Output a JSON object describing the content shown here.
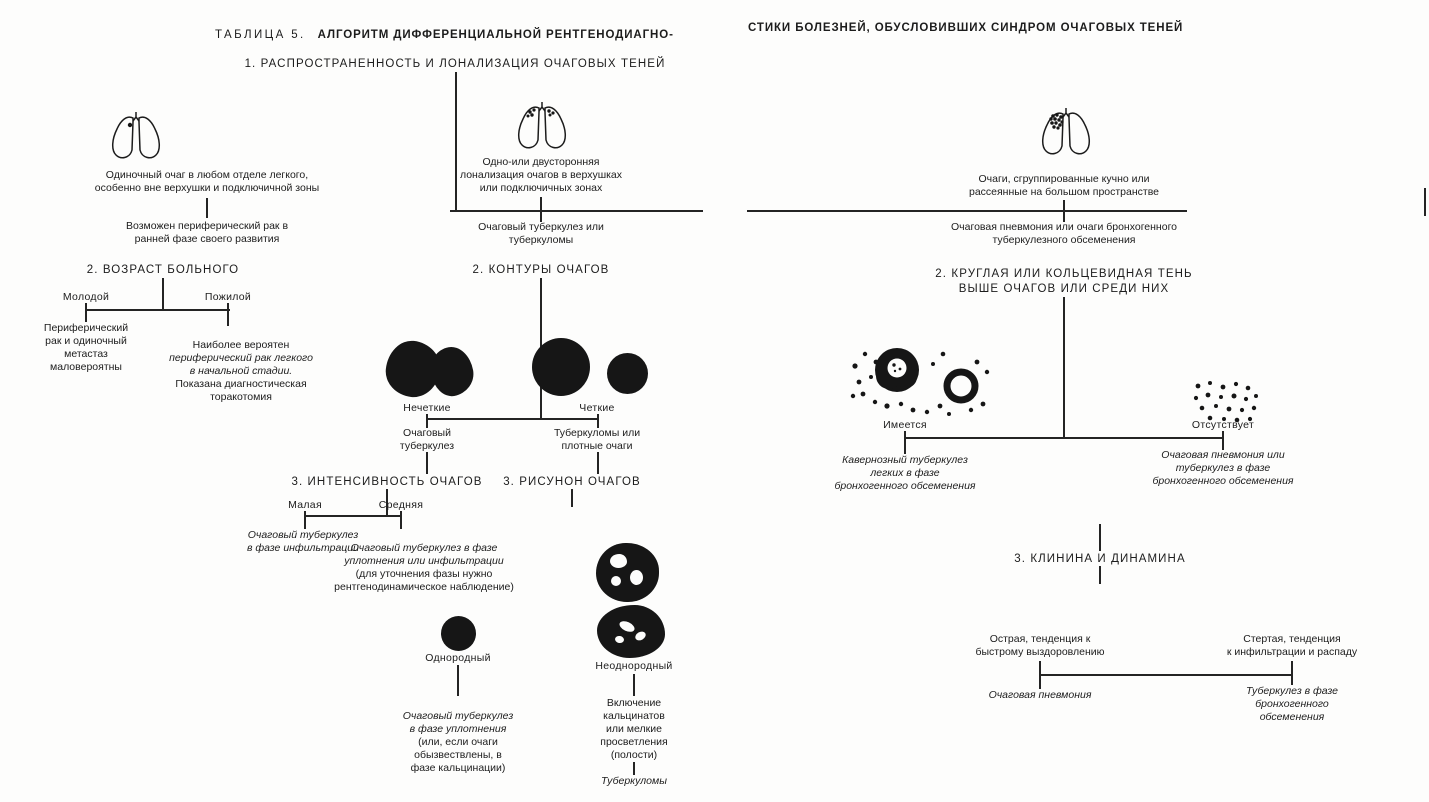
{
  "colors": {
    "ink": "#1c1c1c",
    "paper": "#fdfdfc"
  },
  "titles": {
    "left_prefix": "ТАБЛИЦА 5.",
    "left_main": "АЛГОРИТМ ДИФФЕРЕНЦИАЛЬНОЙ РЕНТГЕНОДИАГНО-",
    "right_main": "СТИКИ БОЛЕЗНЕЙ, ОБУСЛОВИВШИХ СИНДРОМ ОЧАГОВЫХ ТЕНЕЙ"
  },
  "left_page": {
    "step1_heading": "1. РАСПРОСТРАНЕННОСТЬ И ЛОНАЛИЗАЦИЯ ОЧАГОВЫХ ТЕНЕЙ",
    "single_focus": {
      "caption": "Одиночный очаг в любом отделе легкого,\nособенно вне верхушки и подключичной зоны",
      "conclusion": "Возможен периферический рак в\nранней фазе своего развития",
      "step2_heading": "2. ВОЗРАСТ БОЛЬНОГО",
      "young_label": "Молодой",
      "old_label": "Пожилой",
      "young_result": "Периферический\nрак и одиночный\nметастаз\nмаловероятны",
      "old_result_part1": "Наиболее вероятен\n",
      "old_result_italic": "периферический рак легкого\nв начальной стадии.\n",
      "old_result_part2": "Показана диагностическая\nторакотомия"
    },
    "apical_foci": {
      "caption": "Одно-или двусторонняя\nлонализация очагов в верхушках\nили подключичных зонах",
      "conclusion": "Очаговый туберкулез или\nтуберкуломы",
      "step2_heading": "2. КОНТУРЫ ОЧАГОВ",
      "fuzzy_label": "Нечеткие",
      "sharp_label": "Четкие",
      "fuzzy_result": "Очаговый\nтуберкулез",
      "sharp_result": "Туберкуломы или\nплотные очаги",
      "step3_intensity_heading": "3. ИНТЕНСИВНОСТЬ ОЧАГОВ",
      "step3_pattern_heading": "3. РИСУНОН ОЧАГОВ",
      "low_label": "Малая",
      "medium_label": "Средняя",
      "low_result": "Очаговый туберкулез\nв фазе инфильтрации",
      "medium_result_italic": "Очаговый туберкулез в фазе\nуплотнения или инфильтрации\n",
      "medium_result_roman": "(для уточнения фазы нужно\nрентгенодинамическое наблюдение)",
      "homogeneous_label": "Однородный",
      "heterogeneous_label": "Неоднородный",
      "homogeneous_result_italic": "Очаговый туберкулез\nв фазе уплотнения\n",
      "homogeneous_result_roman": "(или, если очаги\nобызвествлены, в\nфазе кальцинации)",
      "heterogeneous_result": "Включение\nкальцинатов\nили мелкие\nпросветления\n(полости)",
      "heterogeneous_final": "Туберкуломы"
    }
  },
  "right_page": {
    "scattered_foci": {
      "caption": "Очаги, сгруппированные кучно или\nрассеянные на большом пространстве",
      "conclusion": "Очаговая пневмония или очаги бронхогенного\nтуберкулезного обсеменения",
      "step2_heading": "2. КРУГЛАЯ ИЛИ КОЛЬЦЕВИДНАЯ ТЕНЬ\nВЫШЕ ОЧАГОВ ИЛИ СРЕДИ НИХ",
      "present_label": "Имеется",
      "absent_label": "Отсутствует",
      "present_result": "Кавернозный туберкулез\nлегких в фазе\nбронхогенного обсеменения",
      "absent_result": "Очаговая пневмония или\nтуберкулез в фазе\nбронхогенного обсеменения",
      "step3_heading": "3. КЛИНИНА И ДИНАМИНА",
      "acute_label": "Острая, тенденция к\nбыстрому выздоровлению",
      "blurred_label": "Стертая, тенденция\nк инфильтрации и распаду",
      "acute_result": "Очаговая пневмония",
      "blurred_result": "Туберкулез в фазе\nбронхогенного обсеменения"
    }
  },
  "icons": {
    "lungs_single_focus": "lungs outline with one focal dot",
    "lungs_apical_foci": "lungs outline with dots in both apexes",
    "lungs_clustered_foci": "lungs outline with clustered dots",
    "fuzzy_foci": "two irregular black blobs (fuzzy contours)",
    "sharp_foci": "two solid black circles (sharp contours)",
    "homogeneous_focus": "solid black circle",
    "heterogeneous_focus": "black disc with white lucencies",
    "heterogeneous_blob": "black blob with white lucencies",
    "cavity_and_ring_foci": "scattered dots with cavity blob and ring shadow",
    "scattered_dots": "scattered small dots only"
  }
}
